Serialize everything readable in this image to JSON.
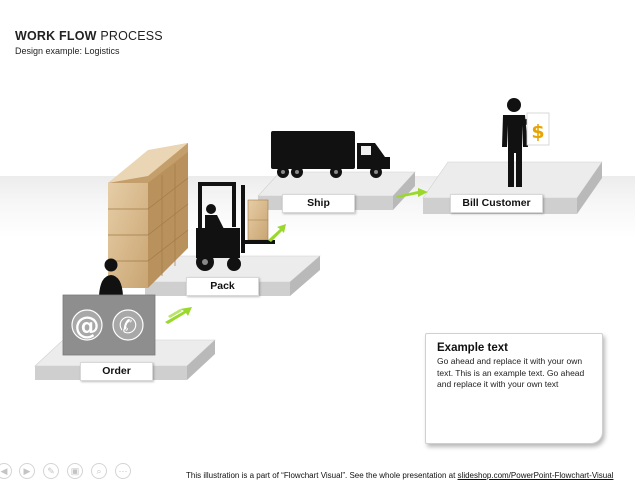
{
  "header": {
    "title_bold": "WORK FLOW",
    "title_rest": " PROCESS",
    "subtitle": "Design example: Logistics"
  },
  "steps": [
    {
      "label": "Order"
    },
    {
      "label": "Pack"
    },
    {
      "label": "Ship"
    },
    {
      "label": "Bill Customer"
    }
  ],
  "contact_icons": {
    "at": "@",
    "phone": "✆"
  },
  "price_tag": {
    "symbol": "$"
  },
  "example_box": {
    "heading": "Example text",
    "body": "Go ahead and replace it with your own text. This is an example text. Go ahead and replace it with your own text"
  },
  "footer": {
    "prefix": "This illustration is a part of “Flowchart Visual”. See  the whole presentation at ",
    "link": "slideshop.com/PowerPoint-Flowchart-Visual"
  },
  "colors": {
    "arrow_green": "#9bd82e",
    "platform": "#e3e3e3",
    "box": "#d8b98c"
  },
  "icons": [
    "back-icon",
    "forward-icon",
    "pen-icon",
    "slides-icon",
    "zoom-icon",
    "more-icon"
  ]
}
